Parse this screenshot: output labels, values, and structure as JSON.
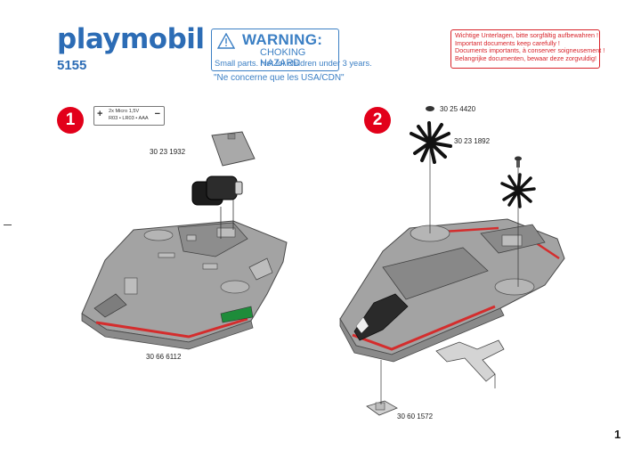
{
  "header": {
    "brand": "playmobil",
    "product_number": "5155"
  },
  "warning": {
    "title": "WARNING:",
    "subtitle": "CHOKING HAZARD",
    "detail": "Small parts. Not for children under 3 years.",
    "note": "\"Ne concerne que les USA/CDN\""
  },
  "important_notice": {
    "lines": [
      "Wichtige Unterlagen, bitte sorgfältig aufbewahren !",
      "Important documents keep carefully !",
      "Documents importants, à conserver soigneusement !",
      "Belangrijke documenten, bewaar deze zorgvuldig!"
    ]
  },
  "steps": [
    {
      "number": "1",
      "battery": {
        "line1": "2x Micro 1,5V",
        "line2": "R03 • LR03 • AAA",
        "plus": "+",
        "minus": "−"
      },
      "parts": [
        "30 23 1932",
        "30 66 6112"
      ]
    },
    {
      "number": "2",
      "parts": [
        "30 25 4420",
        "30 23 1892",
        "30 60 1572"
      ]
    }
  ],
  "page_number": "1",
  "colors": {
    "brand_blue": "#2c6cb5",
    "warning_blue": "#3b7fc4",
    "important_red": "#d8232a",
    "step_red": "#e2001a",
    "hull_grey": "#9a9a9a",
    "stripe_red": "#d42d2d",
    "accent_green": "#1e8c3a"
  }
}
